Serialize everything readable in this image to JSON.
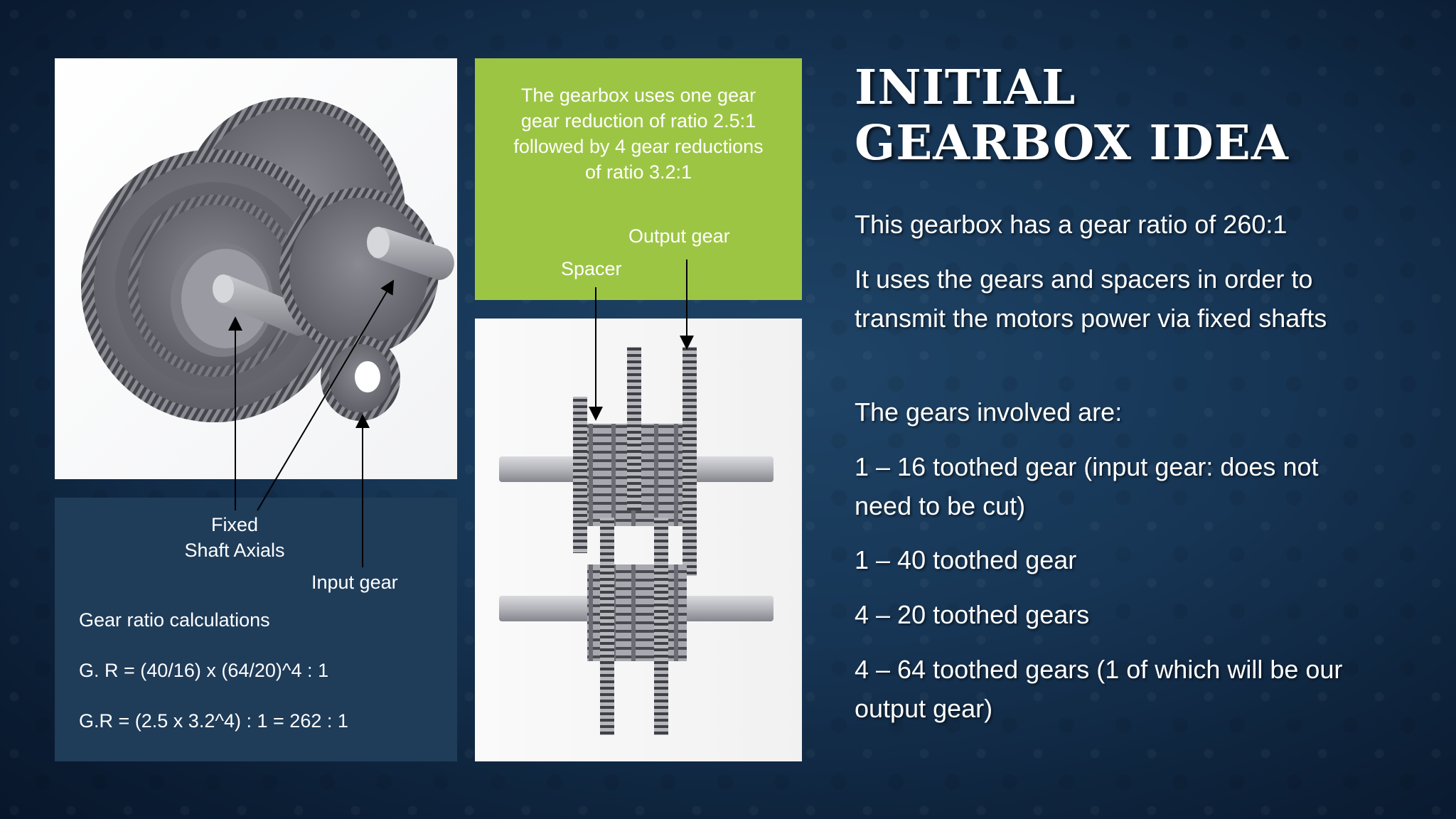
{
  "slide": {
    "title_line1": "INITIAL",
    "title_line2": "GEARBOX IDEA",
    "green_box": {
      "line1": "The gearbox uses one gear",
      "line2": "gear reduction of ratio 2.5:1",
      "line3": "followed by 4 gear reductions",
      "line4": "of ratio 3.2:1"
    },
    "labels": {
      "output_gear": "Output gear",
      "spacer": "Spacer",
      "fixed_line1": "Fixed",
      "fixed_line2": "Shaft Axials",
      "input_gear": "Input gear"
    },
    "calculations": {
      "heading": "Gear ratio calculations",
      "formula1": "G. R = (40/16) x (64/20)^4 : 1",
      "formula2": "G.R = (2.5 x 3.2^4) : 1 = 262 : 1"
    },
    "body": {
      "p1": "This gearbox has a gear ratio of 260:1",
      "p2": "It uses the gears and spacers in order to transmit the motors power via fixed shafts",
      "p3": "The gears involved are:",
      "p4": "1 – 16 toothed gear (input gear: does not need to be cut)",
      "p5": "1 – 40 toothed gear",
      "p6": "4 – 20 toothed gears",
      "p7": "4 – 64 toothed gears (1 of which will be our output gear)"
    },
    "colors": {
      "background": "#173656",
      "green_box": "#9cc544",
      "calc_box": "#1f3c59",
      "gear_metal": "#6f7077"
    }
  }
}
